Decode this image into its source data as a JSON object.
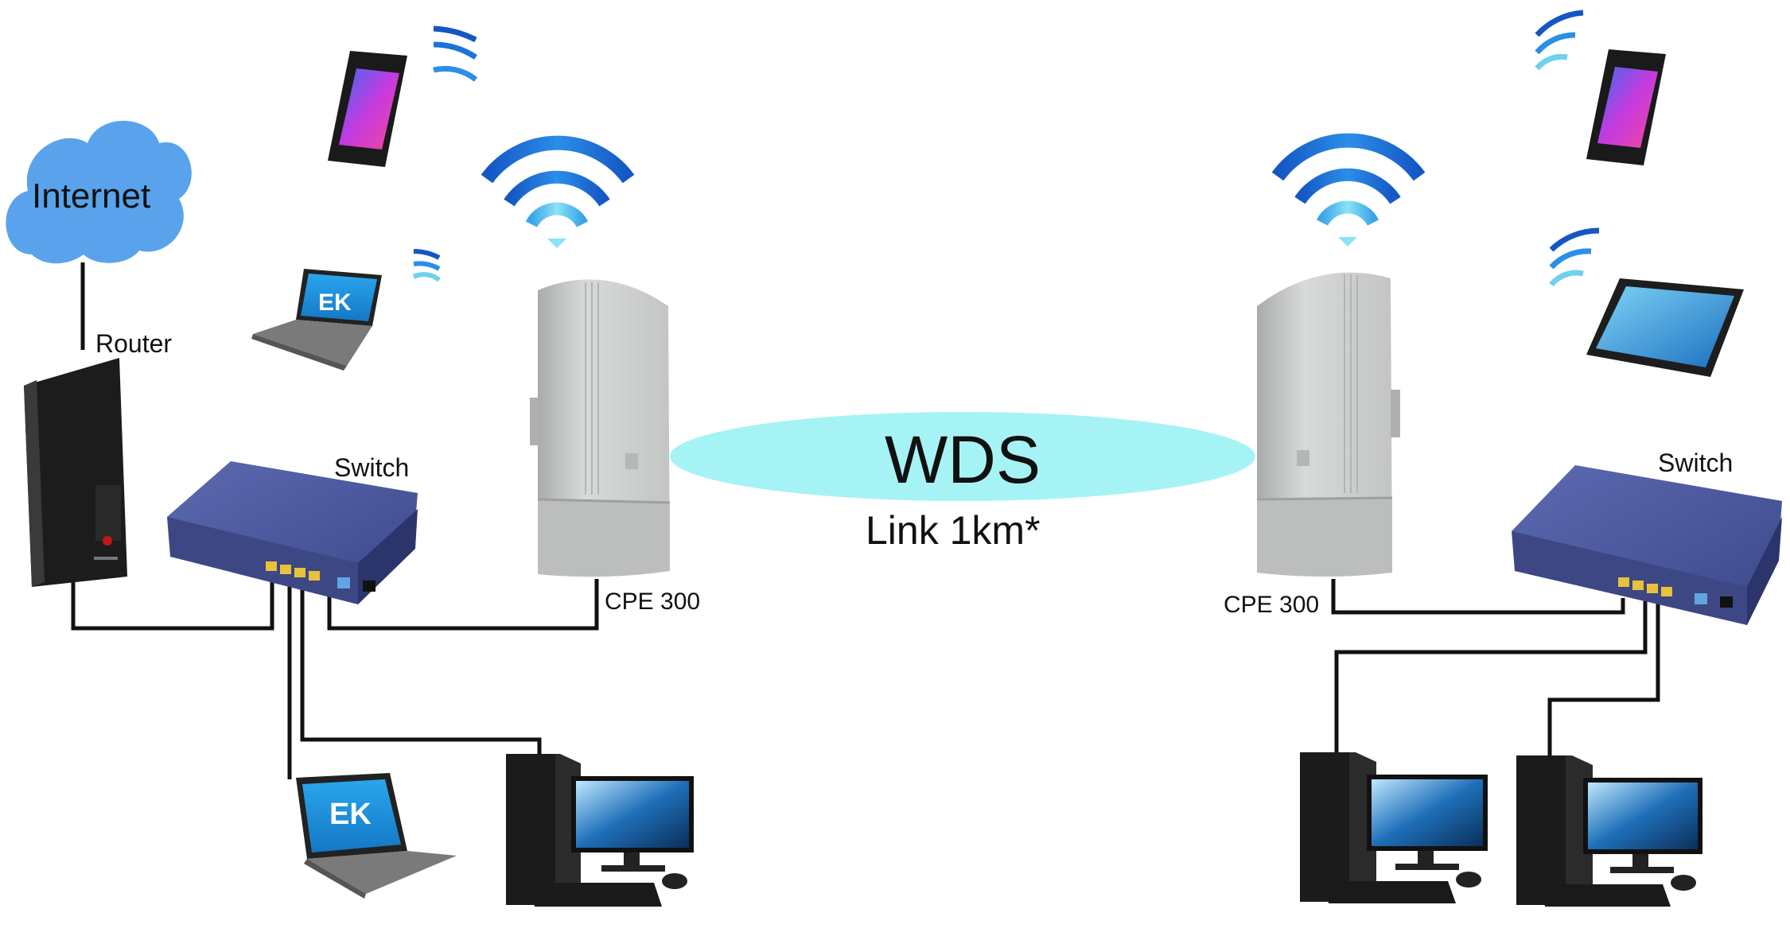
{
  "labels": {
    "internet": "Internet",
    "router": "Router",
    "switch_left": "Switch",
    "switch_right": "Switch",
    "cpe_left": "CPE 300",
    "cpe_right": "CPE 300",
    "wds": "WDS",
    "link": "Link 1km*",
    "laptop_brand": "EK"
  },
  "colors": {
    "cloud": "#5aa3ec",
    "ellipse": "#a6f3f5",
    "wifi_dark": "#1a73d8",
    "wifi_light": "#6fd0f0",
    "switch_body": "#3d4a8c",
    "cable": "#111111",
    "cpe_body": "#c9cbca",
    "laptop_screen": "#1e9be0"
  },
  "nodes": {
    "cloud": {
      "label": "Internet",
      "icon": "cloud-icon"
    },
    "router": {
      "label": "Router",
      "icon": "router-icon"
    },
    "switch_left": {
      "label": "Switch",
      "icon": "switch-icon"
    },
    "switch_right": {
      "label": "Switch",
      "icon": "switch-icon"
    },
    "cpe_left": {
      "label": "CPE 300",
      "icon": "antenna-icon"
    },
    "cpe_right": {
      "label": "CPE 300",
      "icon": "antenna-icon"
    }
  }
}
